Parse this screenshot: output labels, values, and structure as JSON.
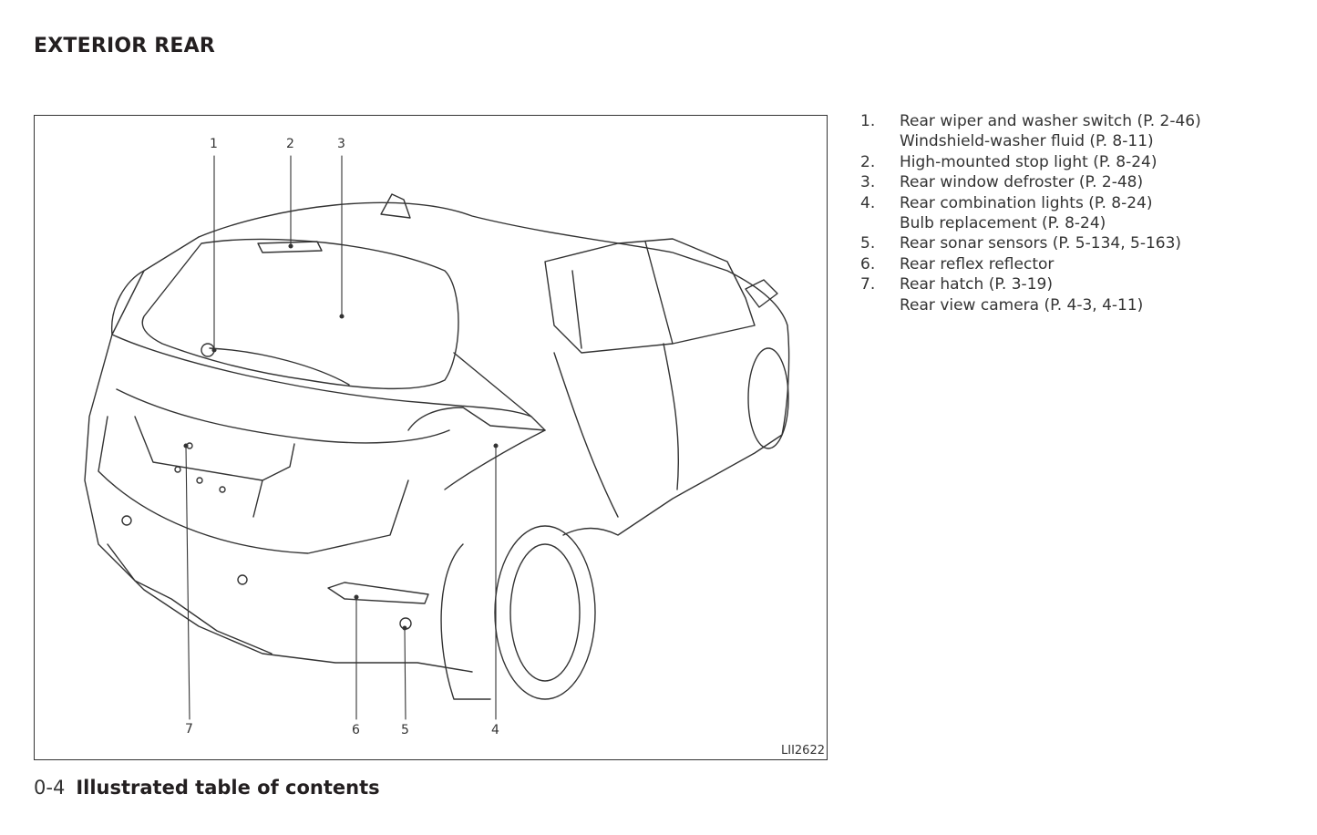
{
  "header": {
    "title": "EXTERIOR REAR"
  },
  "figure": {
    "code": "LII2622",
    "callouts_top": [
      "1",
      "2",
      "3"
    ],
    "callouts_bottom": [
      "7",
      "6",
      "5",
      "4"
    ]
  },
  "legend": [
    {
      "num": "1.",
      "lines": [
        "Rear wiper and washer switch (P. 2-46)",
        "Windshield-washer fluid (P. 8-11)"
      ]
    },
    {
      "num": "2.",
      "lines": [
        "High-mounted stop light (P. 8-24)"
      ]
    },
    {
      "num": "3.",
      "lines": [
        "Rear window defroster (P. 2-48)"
      ]
    },
    {
      "num": "4.",
      "lines": [
        "Rear combination lights (P. 8-24)",
        "Bulb replacement (P. 8-24)"
      ]
    },
    {
      "num": "5.",
      "lines": [
        "Rear sonar sensors (P. 5-134, 5-163)"
      ]
    },
    {
      "num": "6.",
      "lines": [
        "Rear reflex reflector"
      ]
    },
    {
      "num": "7.",
      "lines": [
        "Rear hatch (P. 3-19)",
        "Rear view camera (P. 4-3, 4-11)"
      ]
    }
  ],
  "footer": {
    "page": "0-4",
    "section": "Illustrated table of contents"
  }
}
